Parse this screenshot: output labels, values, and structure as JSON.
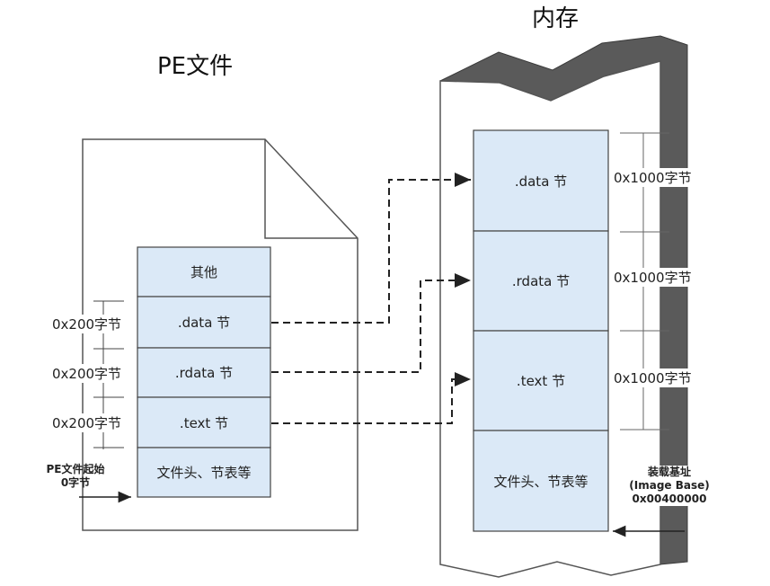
{
  "pe_file": {
    "title": "PE文件",
    "sections": [
      "其他",
      ".data 节",
      ".rdata 节",
      ".text 节",
      "文件头、节表等"
    ],
    "sizes": [
      "0x200字节",
      "0x200字节",
      "0x200字节"
    ],
    "start_label": "PE文件起始\n0字节"
  },
  "memory": {
    "title": "内存",
    "sections": [
      ".data 节",
      ".rdata 节",
      ".text 节",
      "文件头、节表等"
    ],
    "sizes": [
      "0x1000字节",
      "0x1000字节",
      "0x1000字节"
    ],
    "base_label": "装载基址\n(Image Base)\n0x00400000"
  },
  "colors": {
    "section_fill": "#dbe9f7",
    "outline": "#555555",
    "memory_frame": "#5a5a5a"
  }
}
